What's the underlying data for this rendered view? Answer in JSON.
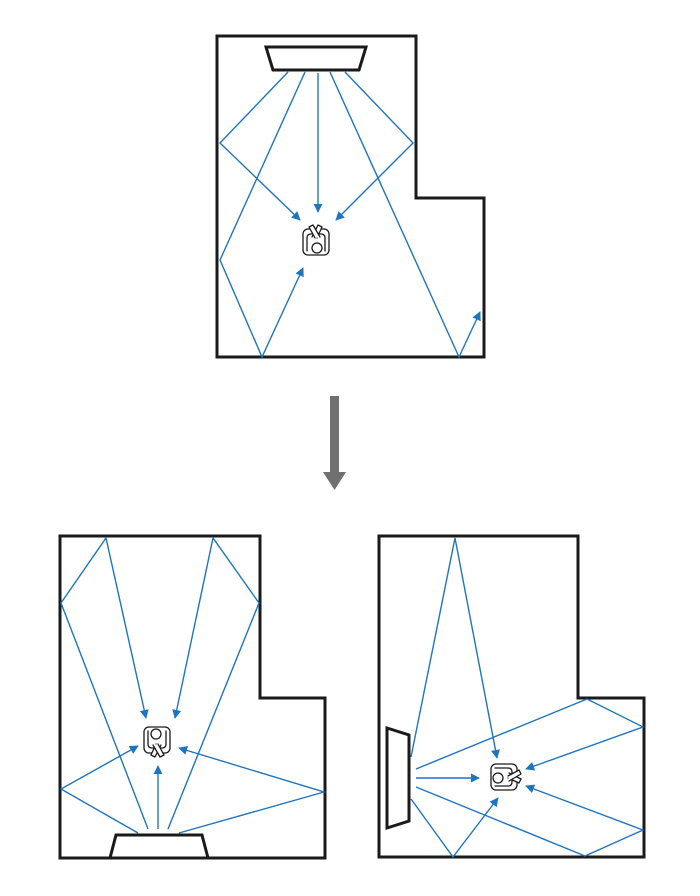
{
  "diagram": {
    "title": "",
    "colors": {
      "ray": "#1f74c2",
      "wall": "#1a1a1a",
      "transition_arrow": "#707070"
    },
    "panels": [
      {
        "id": "original",
        "description_icon": "soundbar-at-top-wall",
        "listener_facing": "up"
      },
      {
        "id": "option-speaker-bottom",
        "description_icon": "soundbar-at-bottom-wall",
        "listener_facing": "down"
      },
      {
        "id": "option-speaker-left",
        "description_icon": "soundbar-at-left-wall",
        "listener_facing": "left"
      }
    ],
    "transition_icon": "arrow-down-icon"
  }
}
